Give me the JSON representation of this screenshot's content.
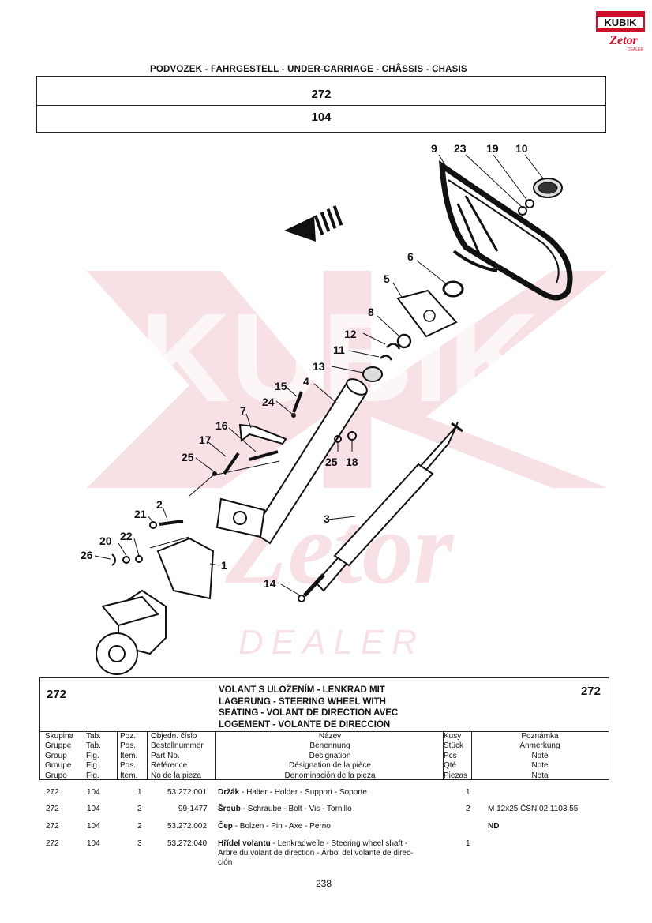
{
  "logo": {
    "brand": "KUBIK",
    "sub": "Zetor",
    "sub2": "DEALER",
    "color": "#d0102a"
  },
  "header": {
    "title": "PODVOZEK - FAHRGESTELL - UNDER-CARRIAGE - CHÂSSIS - CHASIS",
    "group": "272",
    "table": "104"
  },
  "diagram": {
    "callouts": [
      "9",
      "23",
      "19",
      "10",
      "6",
      "5",
      "8",
      "12",
      "11",
      "13",
      "15",
      "4",
      "24",
      "7",
      "16",
      "17",
      "25",
      "25",
      "18",
      "2",
      "21",
      "3",
      "20",
      "22",
      "26",
      "1",
      "14"
    ],
    "watermark": {
      "brand": "KUBIK",
      "sub": "Zetor",
      "sub2": "DEALER",
      "color": "#f3c9ce"
    }
  },
  "parts": {
    "group_left": "272",
    "group_right": "272",
    "title_lines": [
      "VOLANT S ULOŽENÍM - LENKRAD MIT",
      "LAGERUNG - STEERING WHEEL WITH",
      "SEATING - VOLANT DE DIRECTION AVEC",
      "LOGEMENT - VOLANTE DE DIRECCIÓN"
    ],
    "columns": {
      "group": [
        "Skupina",
        "Gruppe",
        "Group",
        "Groupe",
        "Grupo"
      ],
      "table": [
        "Tab.",
        "Tab.",
        "Fig.",
        "Fig.",
        "Fig."
      ],
      "pos": [
        "Poz.",
        "Pos.",
        "Item.",
        "Pos.",
        "Item."
      ],
      "part_no": [
        "Objedn. číslo",
        "Bestellnummer",
        "Part No.",
        "Référence",
        "No de la pieza"
      ],
      "name": [
        "Název",
        "Benennung",
        "Designation",
        "Désignation de la pièce",
        "Denominación de la pieza"
      ],
      "qty": [
        "Kusy",
        "Stück",
        "Pcs",
        "Qté",
        "Piezas"
      ],
      "note": [
        "Poznámka",
        "Anmerkung",
        "Note",
        "Note",
        "Nota"
      ]
    },
    "rows": [
      {
        "group": "272",
        "table": "104",
        "pos": "1",
        "part_no": "53.272.001",
        "name_bold": "Držák",
        "name_rest": " - Halter - Holder - Support - Soporte",
        "name_line2": "",
        "qty": "1",
        "note": ""
      },
      {
        "group": "272",
        "table": "104",
        "pos": "2",
        "part_no": "99-1477",
        "name_bold": "Šroub",
        "name_rest": " - Schraube - Bolt - Vis - Tornillo",
        "name_line2": "",
        "qty": "2",
        "note": "M 12x25 ČSN 02 1103.55"
      },
      {
        "group": "272",
        "table": "104",
        "pos": "2",
        "part_no": "53.272.002",
        "name_bold": "Čep",
        "name_rest": " - Bolzen - Pin - Axe - Perno",
        "name_line2": "",
        "qty": "",
        "note": "ND"
      },
      {
        "group": "272",
        "table": "104",
        "pos": "3",
        "part_no": "53.272.040",
        "name_bold": "Hřídel volantu",
        "name_rest": " - Lenkradwelle - Steering wheel shaft -",
        "name_line2": "Arbre du volant de direction - Árbol del volante de direc-",
        "name_line3": "ción",
        "qty": "1",
        "note": ""
      }
    ]
  },
  "page_number": "238"
}
